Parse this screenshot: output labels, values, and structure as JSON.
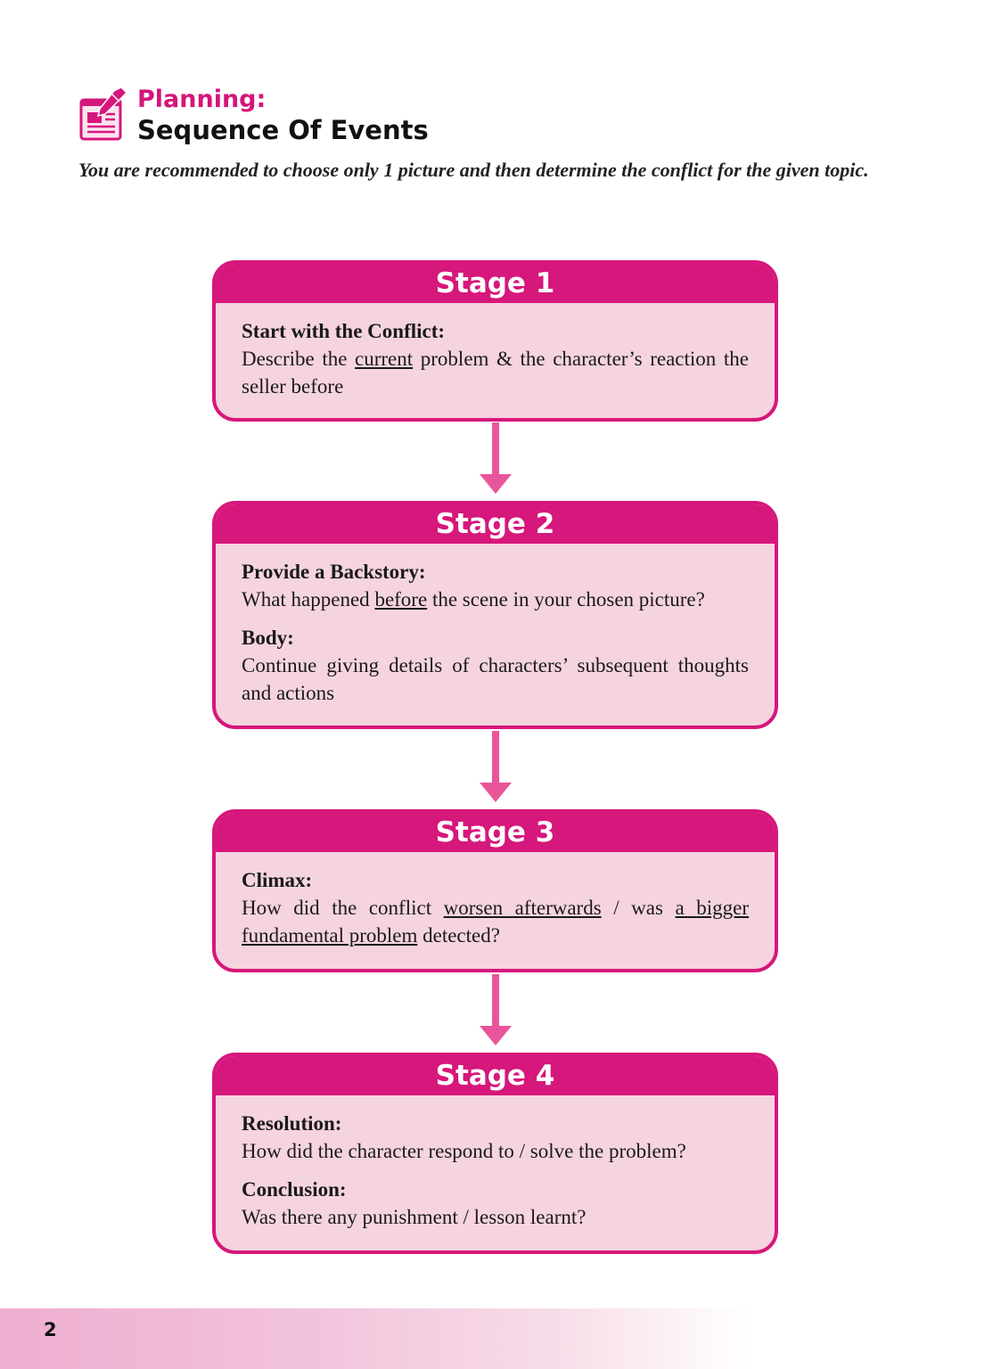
{
  "header": {
    "icon": "planning-notepad-icon",
    "title_line1": "Planning:",
    "title_line2": "Sequence Of Events",
    "intro": "You are recommended to choose only 1 picture and then determine the conflict for the given topic."
  },
  "colors": {
    "accent": "#d6177b",
    "box_fill": "#f5d4df",
    "arrow": "#e9559b"
  },
  "stages": [
    {
      "title": "Stage 1",
      "sections": [
        {
          "heading": "Start with the Conflict:",
          "text_parts": [
            "Describe the ",
            "current",
            " problem & the character’s reaction the seller before"
          ]
        }
      ]
    },
    {
      "title": "Stage 2",
      "sections": [
        {
          "heading": "Provide a Backstory:",
          "text_parts": [
            "What happened ",
            "before",
            " the scene in your chosen picture?"
          ]
        },
        {
          "heading": "Body:",
          "text": "Continue giving details of characters’ subsequent thoughts and actions"
        }
      ]
    },
    {
      "title": "Stage 3",
      "sections": [
        {
          "heading": "Climax:",
          "text_parts": [
            "How did the conflict ",
            "worsen afterwards",
            " / was ",
            "a bigger fundamental problem",
            " detected?"
          ]
        }
      ]
    },
    {
      "title": "Stage 4",
      "sections": [
        {
          "heading": "Resolution:",
          "text": "How did the character respond to / solve the problem?"
        },
        {
          "heading": "Conclusion:",
          "text": "Was there any punishment / lesson learnt?"
        }
      ]
    }
  ],
  "footer": {
    "page_number": "2"
  }
}
